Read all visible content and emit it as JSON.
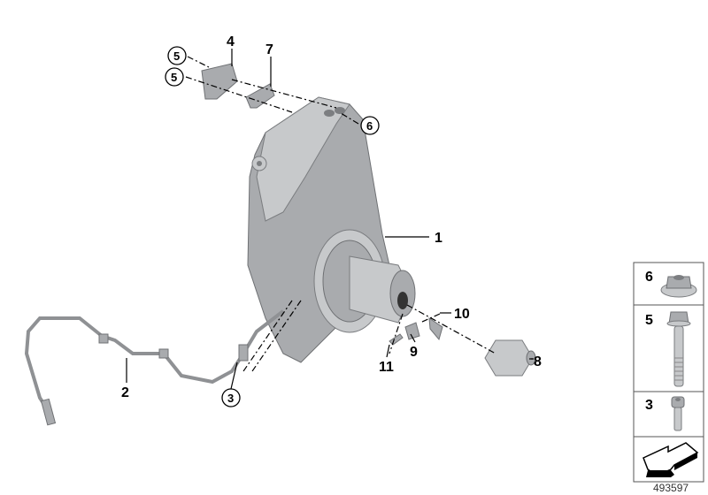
{
  "diagram": {
    "callouts": {
      "p1": "1",
      "p2": "2",
      "p3": "3",
      "p4": "4",
      "p5a": "5",
      "p5b": "5",
      "p6": "6",
      "p7": "7",
      "p8": "8",
      "p9": "9",
      "p10": "10",
      "p11": "11"
    },
    "legend_panel": {
      "rows": [
        {
          "number": "6",
          "part": "flange-nut"
        },
        {
          "number": "5",
          "part": "hex-flange-bolt"
        },
        {
          "number": "3",
          "part": "socket-head-screw"
        }
      ],
      "footer_icon": "direction-arrow-icon"
    },
    "document_number": "493597"
  }
}
